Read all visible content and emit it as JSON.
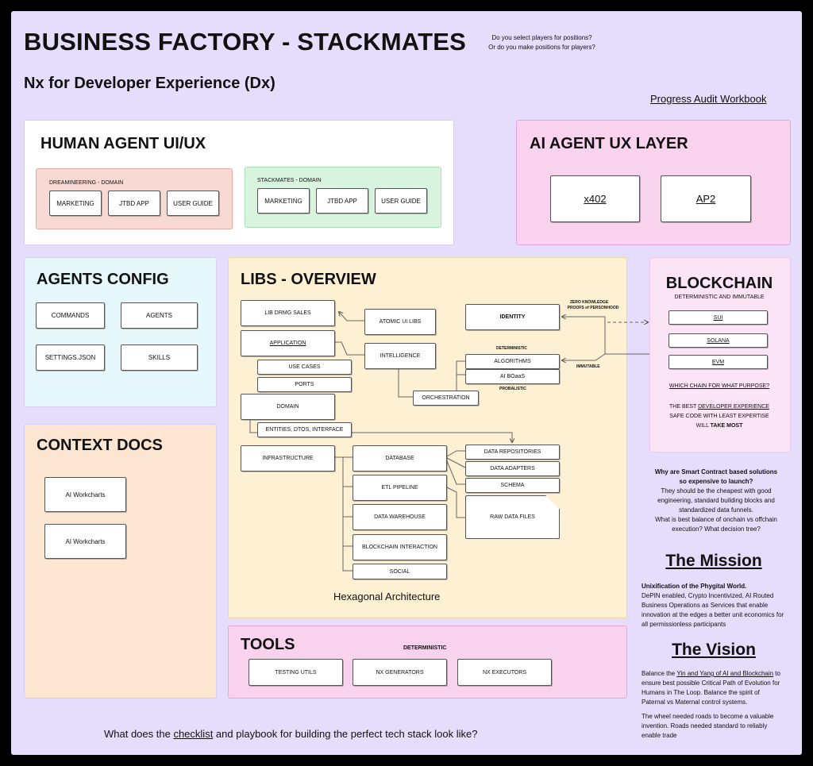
{
  "header": {
    "title": "BUSINESS FACTORY - STACKMATES",
    "subtitle": "Nx for Developer Experience (Dx)",
    "question_line1": "Do you select players for positions?",
    "question_line2": "Or do you make positions for players?",
    "audit_link": "Progress Audit Workbook"
  },
  "human": {
    "title": "HUMAN AGENT UI/UX",
    "dream_label": "DREAMINEERING - DOMAIN",
    "dream_buttons": [
      "MARKETING",
      "JTBD APP",
      "USER GUIDE"
    ],
    "stack_label": "STACKMATES - DOMAIN",
    "stack_buttons": [
      "MARKETING",
      "JTBD APP",
      "USER GUIDE"
    ]
  },
  "ai": {
    "title": "AI AGENT UX LAYER",
    "buttons": [
      "x402",
      "AP2"
    ]
  },
  "agents": {
    "title": "AGENTS CONFIG",
    "buttons": [
      "COMMANDS",
      "AGENTS",
      "SETTINGS.JSON",
      "SKILLS"
    ]
  },
  "context": {
    "title": "CONTEXT DOCS",
    "buttons": [
      "AI Workcharts",
      "AI Workcharts"
    ]
  },
  "libs": {
    "title": "LIBS - OVERVIEW",
    "nodes": {
      "lib_drmg": "LIB DRMG SALES",
      "atomic": "ATOMIC UI LIBS",
      "application": "APPLICATION",
      "intelligence": "INTELLIGENCE",
      "use_cases": "USE CASES",
      "ports": "PORTS",
      "domain": "DOMAIN",
      "entities": "ENTITIES, DTOS, INTERFACE",
      "orchestration": "ORCHESTRATION",
      "identity": "IDENTITY",
      "algorithms": "ALGORITHMS",
      "ai_boaas": "AI BOaaS",
      "infrastructure": "INFRASTRUCTURE",
      "database": "DATABASE",
      "etl": "ETL PIPELINE",
      "warehouse": "DATA WAREHOUSE",
      "blockchain_int": "BLOCKCHAIN INTERACTION",
      "social": "SOCIAL",
      "repos": "DATA REPOSITORIES",
      "adapters": "DATA ADAPTERS",
      "schema": "SCHEMA",
      "raw": "RAW DATA FILES"
    },
    "labels": {
      "zk1": "ZERO KNOWLEDGE",
      "zk2": "PROOFS of PERSONHOOD",
      "deterministic": "DETERMINISTIC",
      "immutable": "IMMUTABLE",
      "probabilistic": "PROBALISTIC"
    },
    "footer": "Hexagonal Architecture"
  },
  "blockchain": {
    "title": "BLOCKCHAIN",
    "subtitle": "DETERMINISTIC AND IMMUTABLE",
    "chains": [
      "SUI",
      "SOLANA",
      "EVM"
    ],
    "question": "WHICH CHAIN FOR WHAT PURPOSE?",
    "note1_a": "THE BEST ",
    "note1_b": "DEVELOPER EXPERIENCE",
    "note2": "SAFE CODE WITH LEAST EXPERTISE",
    "note3_a": "WILL ",
    "note3_b": "TAKE MOST"
  },
  "smart": {
    "q1": "Why are Smart Contract based solutions",
    "q2": "so expensive to launch?",
    "p1": "They should be the cheapest with good",
    "p2": "engineering, standard building blocks and",
    "p3": "standardized data funnels.",
    "p4": "What is best balance of onchain vs offchain",
    "p5": "execution? What decision tree?"
  },
  "mission": {
    "title": "The Mission",
    "lead": "Unixification of the Phygital World.",
    "lines": [
      "DePIN enabled, Crypto Incentivized, AI Routed",
      "Business Operations as Services that enable",
      "innovation at the edges a better unit economics for",
      "all permissionless participants"
    ]
  },
  "vision": {
    "title": "The Vision",
    "l1a": "Balance the ",
    "l1b": "Yin and Yang of AI and Blockchain",
    "l1c": " to",
    "l2": "ensure best possible Critical Path of Evolution for",
    "l3": "Humans in The Loop. Balance the spirit of",
    "l4": "Paternal vs Maternal control systems.",
    "l5": "The wheel needed roads to become a valuable",
    "l6": "invention. Roads needed standard to reliably",
    "l7": "enable trade"
  },
  "tools": {
    "title": "TOOLS",
    "subtitle": "DETERMINISTIC",
    "buttons": [
      "TESTING UTILS",
      "NX GENERATORS",
      "NX EXECUTORS"
    ]
  },
  "footer": {
    "pre": "What does the ",
    "link": "checklist",
    "post": " and playbook for building the perfect tech stack look like?"
  }
}
